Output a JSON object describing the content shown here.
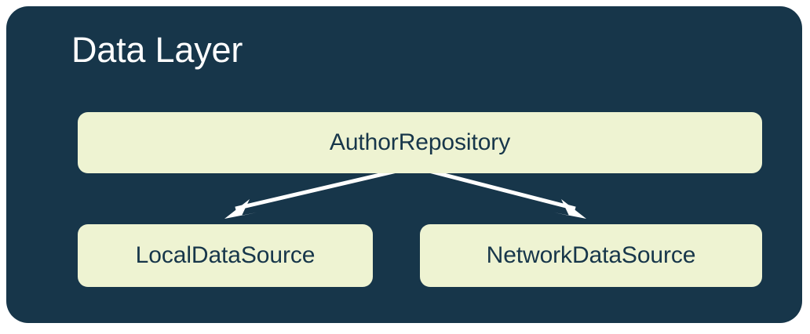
{
  "panel": {
    "title": "Data Layer",
    "background_color": "#17364A",
    "title_color": "#FFFFFF"
  },
  "theme": {
    "node_fill": "#EEF3D2",
    "node_text": "#17364A",
    "arrow_color": "#FFFFFF",
    "page_background": "#FFFFFF"
  },
  "nodes": [
    {
      "id": "author-repository",
      "label": "AuthorRepository"
    },
    {
      "id": "local-data-source",
      "label": "LocalDataSource"
    },
    {
      "id": "network-data-source",
      "label": "NetworkDataSource"
    }
  ],
  "arrows": [
    {
      "id": "repository-to-local",
      "from": "AuthorRepository",
      "to": "LocalDataSource",
      "style": "solid-filled-arrowhead"
    },
    {
      "id": "repository-to-network",
      "from": "AuthorRepository",
      "to": "NetworkDataSource",
      "style": "solid-filled-arrowhead"
    }
  ]
}
